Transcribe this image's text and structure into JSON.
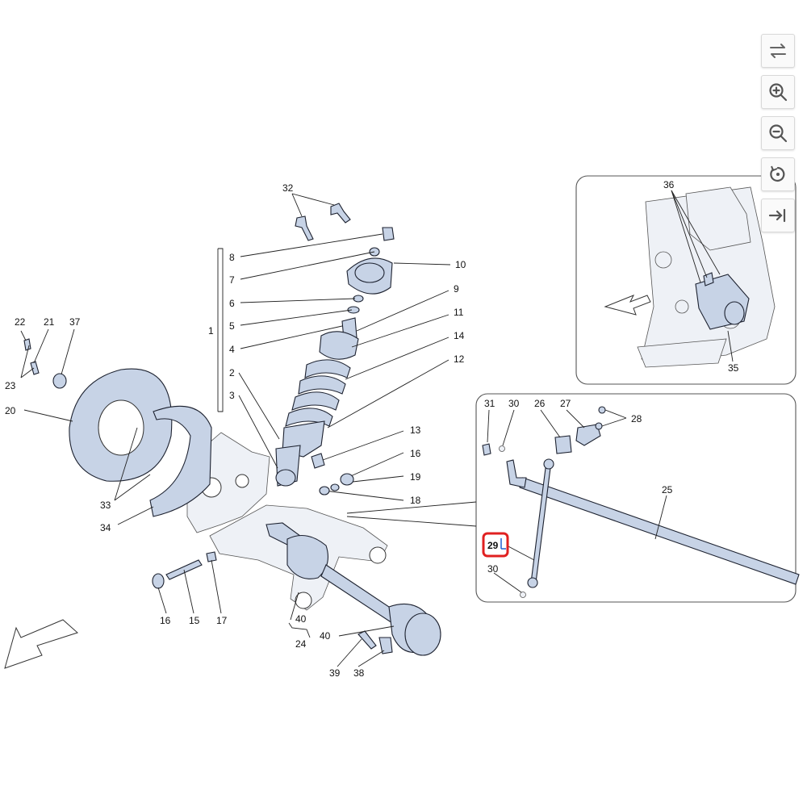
{
  "toolbar": {
    "buttons": [
      {
        "name": "swap-arrows-icon"
      },
      {
        "name": "zoom-in-icon"
      },
      {
        "name": "zoom-out-icon"
      },
      {
        "name": "rotate-reset-icon"
      },
      {
        "name": "arrow-to-right-icon"
      }
    ]
  },
  "colors": {
    "part_fill": "#c7d3e6",
    "highlight": "#e02020",
    "link_blue": "#1f5fd0"
  },
  "highlighted_callout": "29",
  "callouts": [
    "1",
    "2",
    "3",
    "4",
    "5",
    "6",
    "7",
    "8",
    "9",
    "10",
    "11",
    "12",
    "13",
    "14",
    "15",
    "16",
    "16",
    "17",
    "18",
    "19",
    "20",
    "21",
    "22",
    "23",
    "24",
    "25",
    "26",
    "27",
    "28",
    "29",
    "30",
    "30",
    "31",
    "32",
    "33",
    "34",
    "35",
    "36",
    "37",
    "38",
    "39",
    "40",
    "40"
  ],
  "labels": {
    "c1": "1",
    "c2": "2",
    "c3": "3",
    "c4": "4",
    "c5": "5",
    "c6": "6",
    "c7": "7",
    "c8": "8",
    "c9": "9",
    "c10": "10",
    "c11": "11",
    "c12": "12",
    "c13": "13",
    "c14": "14",
    "c15": "15",
    "c16a": "16",
    "c16b": "16",
    "c17": "17",
    "c18": "18",
    "c19": "19",
    "c20": "20",
    "c21": "21",
    "c22": "22",
    "c23": "23",
    "c24": "24",
    "c25": "25",
    "c26": "26",
    "c27": "27",
    "c28": "28",
    "c29": "29",
    "c30a": "30",
    "c30b": "30",
    "c31": "31",
    "c32": "32",
    "c33": "33",
    "c34": "34",
    "c35": "35",
    "c36": "36",
    "c37": "37",
    "c38": "38",
    "c39": "39",
    "c40a": "40",
    "c40b": "40"
  }
}
